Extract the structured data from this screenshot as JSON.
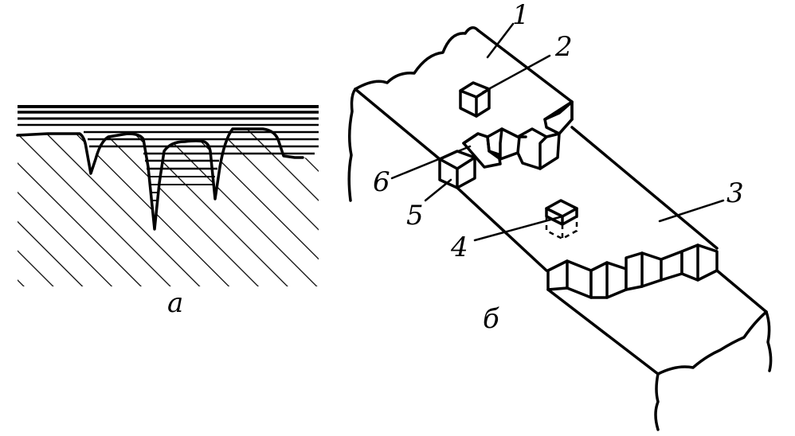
{
  "panels": {
    "a": {
      "caption": "а"
    },
    "b": {
      "caption": "б"
    }
  },
  "labels": {
    "n1": "1",
    "n2": "2",
    "n3": "3",
    "n4": "4",
    "n5": "5",
    "n6": "6"
  }
}
